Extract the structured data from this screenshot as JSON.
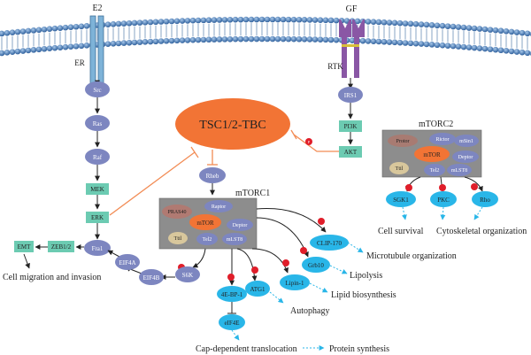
{
  "membrane": {
    "receptor_left": "E2",
    "receptor_left_type": "ER",
    "receptor_right": "GF",
    "receptor_right_type": "RTK"
  },
  "left_path": {
    "nodes": [
      "Src",
      "Ras",
      "Raf",
      "MEK",
      "ERK"
    ]
  },
  "right_path": {
    "nodes": [
      "IRS1",
      "PI3K",
      "AKT"
    ]
  },
  "tsc": "TSC1/2-TBC",
  "rheb": "Rheb",
  "mtorc1": {
    "title": "mTORC1",
    "components": [
      "PRAS40",
      "Raptor",
      "mTOR",
      "Deptor",
      "Ttil",
      "Tel2",
      "mLST8"
    ]
  },
  "mtorc2": {
    "title": "mTORC2",
    "components": [
      "Protor",
      "Rictor",
      "mSin1",
      "mTOR",
      "Deptor",
      "Ttil",
      "Tel2",
      "mLST8"
    ],
    "targets": [
      "SGK1",
      "PKC",
      "Rho"
    ]
  },
  "targets1": [
    "CLIP-170",
    "Grb10",
    "Lipin-1",
    "ATG1",
    "4E-BP-1",
    "eIF4E",
    "S6K",
    "EIF4B",
    "EIF4A",
    "Fra1",
    "ZEB1/2",
    "EMT"
  ],
  "phospho_label": "P",
  "outcomes": {
    "cell_survival": "Cell survival",
    "cytoskeletal": "Cytoskeletal organization",
    "microtubule": "Microtubule organization",
    "lipolysis": "Lipolysis",
    "lipid": "Lipid biosynthesis",
    "autophagy": "Autophagy",
    "cap": "Cap-dependent translocation",
    "protein": "Protein synthesis",
    "migration": "Cell migration and invasion"
  },
  "colors": {
    "node_purple": "#7d86c0",
    "node_cyan": "#29b6e8",
    "node_green": "#6ccbb2",
    "tsc_orange": "#f27435",
    "inhibit_line": "#f28c55",
    "phospho_red": "#e01e2a",
    "complex_gray": "#8d8d8d",
    "membrane_blue": "#3f6fa8",
    "receptor_er": "#7eb3d8",
    "receptor_rtk": "#8a57a5"
  }
}
